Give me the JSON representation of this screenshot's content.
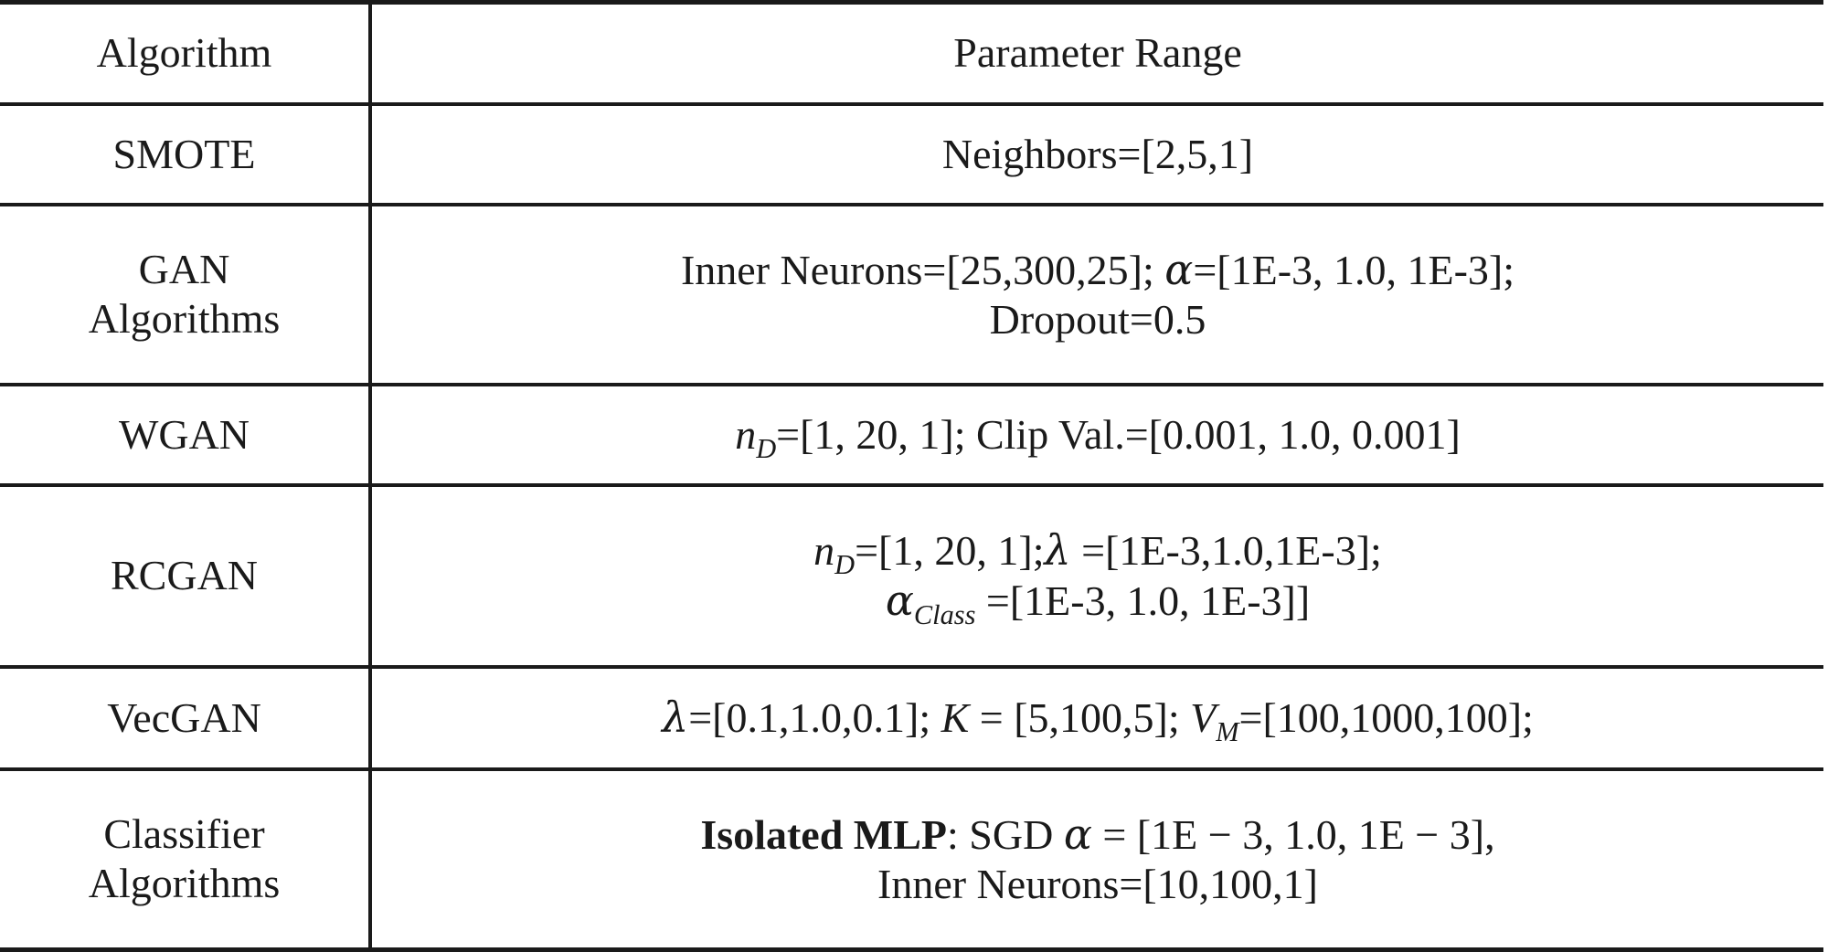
{
  "table": {
    "headers": {
      "algorithm": "Algorithm",
      "parameter_range": "Parameter Range"
    },
    "rows": [
      {
        "algorithm": "SMOTE",
        "algorithm_lines": [
          "SMOTE"
        ],
        "parameter_lines": [
          "Neighbors=[2,5,1]"
        ],
        "parameter_text": "Neighbors=[2,5,1]"
      },
      {
        "algorithm": "GAN Algorithms",
        "algorithm_lines": [
          "GAN",
          "Algorithms"
        ],
        "parameter_lines": [
          "Inner Neurons=[25,300,25]; α=[1E-3, 1.0, 1E-3];",
          "Dropout=0.5"
        ],
        "parameter_text": "Inner Neurons=[25,300,25]; α=[1E-3, 1.0, 1E-3]; Dropout=0.5",
        "parts": {
          "inner_neurons_label": "Inner Neurons=[25,300,25]; ",
          "alpha_symbol": "α",
          "alpha_value": "=[1E-3, 1.0, 1E-3];",
          "dropout": "Dropout=0.5"
        }
      },
      {
        "algorithm": "WGAN",
        "algorithm_lines": [
          "WGAN"
        ],
        "parameter_lines": [
          "n_D=[1, 20, 1]; Clip Val.=[0.001, 1.0, 0.001]"
        ],
        "parameter_text": "n_D=[1, 20, 1]; Clip Val.=[0.001, 1.0, 0.001]",
        "parts": {
          "n_symbol": "n",
          "n_subscript": "D",
          "n_value": "=[1, 20, 1]; Clip Val.=[0.001, 1.0, 0.001]"
        }
      },
      {
        "algorithm": "RCGAN",
        "algorithm_lines": [
          "RCGAN"
        ],
        "parameter_lines": [
          "n_D=[1, 20, 1];λ =[1E-3,1.0,1E-3];",
          "α_Class =[1E-3, 1.0, 1E-3]]"
        ],
        "parameter_text": "n_D=[1, 20, 1];λ =[1E-3,1.0,1E-3]; α_Class =[1E-3, 1.0, 1E-3]]",
        "parts": {
          "n_symbol": "n",
          "n_subscript": "D",
          "n_value": "=[1, 20, 1];",
          "lambda_symbol": "λ",
          "lambda_value": " =[1E-3,1.0,1E-3];",
          "alpha_symbol": "α",
          "alpha_subscript": "Class",
          "alpha_value": " =[1E-3, 1.0, 1E-3]]"
        }
      },
      {
        "algorithm": "VecGAN",
        "algorithm_lines": [
          "VecGAN"
        ],
        "parameter_lines": [
          "λ=[0.1,1.0,0.1]; K = [5,100,5]; V_M=[100,1000,100];"
        ],
        "parameter_text": "λ=[0.1,1.0,0.1]; K = [5,100,5]; V_M=[100,1000,100];",
        "parts": {
          "lambda_symbol": "λ",
          "lambda_value": "=[0.1,1.0,0.1]; ",
          "k_symbol": "K",
          "k_value": " = [5,100,5]; ",
          "v_symbol": "V",
          "v_subscript": "M",
          "v_value": "=[100,1000,100];"
        }
      },
      {
        "algorithm": "Classifier Algorithms",
        "algorithm_lines": [
          "Classifier",
          "Algorithms"
        ],
        "parameter_lines": [
          "Isolated MLP: SGD α = [1E − 3, 1.0, 1E − 3],",
          "Inner Neurons=[10,100,1]"
        ],
        "parameter_text": "Isolated MLP: SGD α = [1E − 3, 1.0, 1E − 3], Inner Neurons=[10,100,1]",
        "parts": {
          "bold_label": "Isolated MLP",
          "sgd_label": ": SGD ",
          "alpha_symbol": "α",
          "alpha_value": " = [1E − 3, 1.0, 1E − 3],",
          "inner_neurons": "Inner Neurons=[10,100,1]"
        }
      }
    ]
  },
  "colors": {
    "rule": "#1a1a1a",
    "text": "#1a1a1a",
    "background": "#ffffff"
  }
}
